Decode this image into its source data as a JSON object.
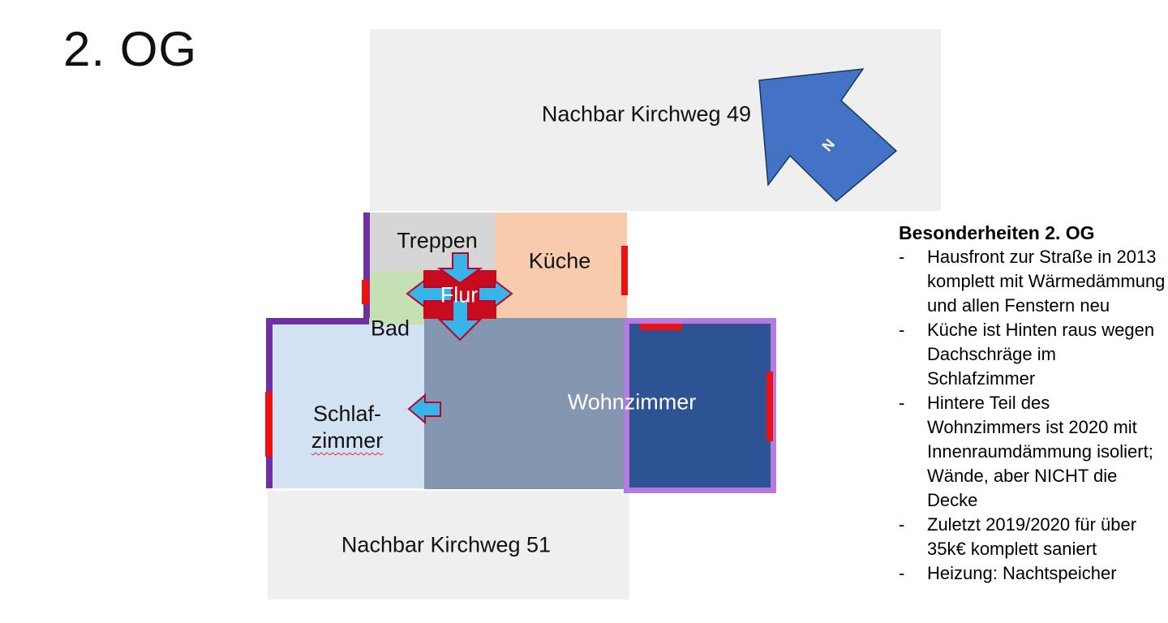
{
  "title": "2. OG",
  "north_arrow": {
    "label": "N",
    "fill": "#4472c4",
    "outline": "#17375e"
  },
  "neighbors": {
    "top": "Nachbar Kirchweg 49",
    "bottom": "Nachbar Kirchweg 51",
    "block_color": "#efefef"
  },
  "rooms": {
    "treppen": {
      "label": "Treppen",
      "color": "#d6d6d6"
    },
    "kueche": {
      "label": "Küche",
      "color": "#f8cbad"
    },
    "flur": {
      "label": "Flur",
      "color": "#c90b1e"
    },
    "bad": {
      "label": "Bad",
      "color": "#c5e0b4"
    },
    "schlafzimmer": {
      "label_line1": "Schlaf-",
      "label_line2": "zimmer",
      "color": "#d3e2f2"
    },
    "wohnzimmer": {
      "label": "Wohnzimmer",
      "color": "#8496b0"
    },
    "wohnzimmer_hinten": {
      "color": "#2e5395"
    }
  },
  "walls": {
    "purple_dark": "#7030a0",
    "purple_light": "#b57ade",
    "window_red": "#ee1111"
  },
  "door_arrow_color": "#36b5ea",
  "notes": {
    "heading": "Besonderheiten 2. OG",
    "bullet": "-",
    "items": [
      "Hausfront zur Straße in 2013 komplett mit Wärmedämmung und allen Fenstern neu",
      "Küche ist Hinten raus wegen Dachschräge im Schlafzimmer",
      "Hintere Teil des Wohnzimmers ist 2020 mit Innenraumdämmung isoliert; Wände, aber NICHT die Decke",
      "Zuletzt 2019/2020 für über 35k€ komplett saniert",
      "Heizung: Nachtspeicher"
    ]
  }
}
